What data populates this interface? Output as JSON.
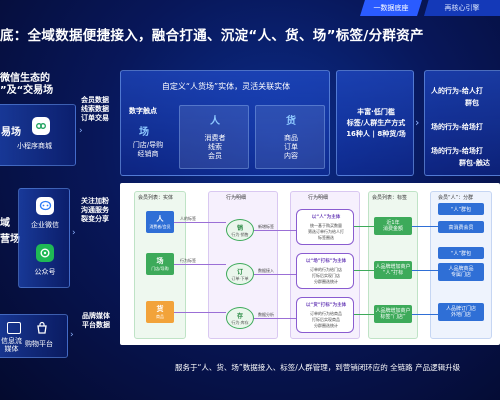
{
  "tabs": [
    {
      "label": "一数据底座"
    },
    {
      "label": "再核心引擎"
    }
  ],
  "title": "底：全域数据便捷接入，融合打通、沉淀“人、货、场”标签/分群资产",
  "left": {
    "heading_1": "微信生态的",
    "heading_2": "”及“交易场",
    "heading_3": "易场",
    "heading_4": "域",
    "heading_5": "营场",
    "apps": [
      {
        "label": "小程序商城",
        "icon": "mini-program-icon"
      },
      {
        "label": "企业微信",
        "icon": "wecom-icon"
      },
      {
        "label": "公众号",
        "icon": "official-account-icon"
      },
      {
        "label": "信息流\n媒体",
        "icon": "feed-media-icon"
      },
      {
        "label": "购物平台",
        "icon": "shopping-platform-icon"
      }
    ]
  },
  "middle": {
    "caption_top": "会员数据\n线索数据\n订单交易",
    "caption_mid": "关注加粉\n沟通服务\n裂变分享",
    "caption_bottom": "品牌媒体\n平台数据"
  },
  "panel1": {
    "title": "自定义“人货场”实体，灵活关联实体",
    "touch_label": "数字触点",
    "touch_glyph": "场",
    "touch_sub": "门店/导购\n经销商",
    "person_glyph": "人",
    "person_sub": "消费者\n线索\n会员",
    "goods_glyph": "货",
    "goods_sub": "商品\n订单\n内容"
  },
  "panel2": {
    "text": "丰富·低门槛\n标签/人群生产方式\n16种人 | 8种货/场"
  },
  "panel3": {
    "lines": [
      "人的行为-给人打",
      "群包",
      "场的行为-给场打",
      "场的行为-给场打",
      "群包-触达"
    ]
  },
  "diagram": {
    "headers": [
      "会员列表：实体",
      "行为明细",
      "行为明细",
      "会员列表：标签",
      "会员“人”：分群"
    ],
    "entities": [
      {
        "glyph": "人",
        "sub": "消费者/会员"
      },
      {
        "glyph": "场",
        "sub": "门店/导购"
      },
      {
        "glyph": "货",
        "sub": "商品"
      }
    ],
    "actions": [
      {
        "glyph": "销",
        "sub": "行为·销售"
      },
      {
        "glyph": "订",
        "sub": "订单·下单"
      },
      {
        "glyph": "存",
        "sub": "行为·库存"
      }
    ],
    "rules": [
      {
        "title": "以“人”为主体",
        "body": "统一基于购买数量\n筛选订单行为给人打\n标签圈选"
      },
      {
        "title": "以“场”打标”为主体",
        "body": "订单的行为给门店\n打标后实现门店\n分群圈选统计"
      },
      {
        "title": "以“货”打标”为主体",
        "body": "订单的行为给商品\n打标后实现商品\n分群圈选统计"
      }
    ],
    "tags": [
      "近1年\n消费金额",
      "人品牌增加商户\n“人”打标",
      "人品牌增加商户\n标签“门店”"
    ],
    "groups": [
      "“人”群包",
      "高消费会员",
      "“人”群包",
      "人品牌商品\n专属门店",
      "人品牌订门店\n外地门店"
    ],
    "labels": [
      "人的标签",
      "行为标签",
      "新增标签",
      "数据接入",
      "数据分析"
    ]
  },
  "bottom_note": "服务于“人、货、场”数据接入、标签/人群管理，到营销闭环应的 全链路 产品逻辑升级",
  "colors": {
    "accent": "#2a5bff",
    "diagram_green": "#3daa5a",
    "diagram_purple": "#8a5cd0",
    "diagram_orange": "#f2a33a",
    "diagram_blue": "#2f6fd6"
  }
}
